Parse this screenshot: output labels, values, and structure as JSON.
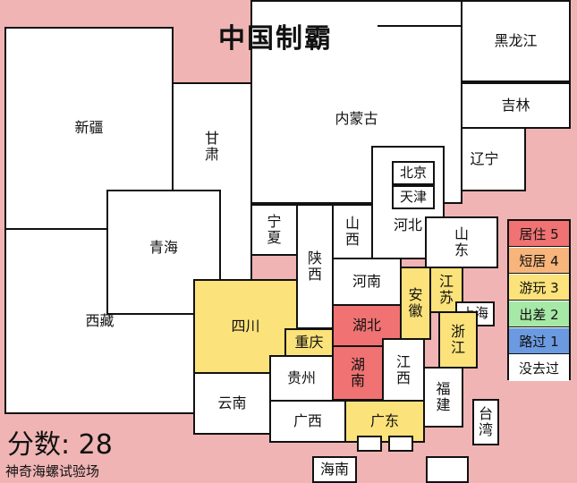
{
  "title": "中国制霸",
  "score": {
    "label": "分数:",
    "value": "28"
  },
  "footer": "神奇海螺试验场",
  "colors": {
    "background": "#f0b4b4",
    "none": "#ffffff",
    "level1": "#6b9ae0",
    "level2": "#a6e8a6",
    "level3": "#fbe27a",
    "level4": "#f7b47b",
    "level5": "#f07272"
  },
  "legend": [
    {
      "label": "居住 5",
      "level": 5
    },
    {
      "label": "短居 4",
      "level": 4
    },
    {
      "label": "游玩 3",
      "level": 3
    },
    {
      "label": "出差 2",
      "level": 2
    },
    {
      "label": "路过 1",
      "level": 1
    },
    {
      "label": "没去过",
      "level": 0
    }
  ],
  "provinces": [
    {
      "id": "heilongjiang",
      "name": "黑龙江",
      "level": 0
    },
    {
      "id": "jilin",
      "name": "吉林",
      "level": 0
    },
    {
      "id": "liaoning",
      "name": "辽宁",
      "level": 0
    },
    {
      "id": "neimenggu",
      "name": "内蒙古",
      "level": 0
    },
    {
      "id": "xinjiang",
      "name": "新疆",
      "level": 0
    },
    {
      "id": "gansu",
      "name": "甘肃",
      "level": 0
    },
    {
      "id": "xizang",
      "name": "西藏",
      "level": 0
    },
    {
      "id": "qinghai",
      "name": "青海",
      "level": 0
    },
    {
      "id": "ningxia",
      "name": "宁夏",
      "level": 0
    },
    {
      "id": "shaanxi",
      "name": "陕西",
      "level": 0
    },
    {
      "id": "shanxi",
      "name": "山西",
      "level": 0
    },
    {
      "id": "beijing",
      "name": "北京",
      "level": 0
    },
    {
      "id": "tianjin",
      "name": "天津",
      "level": 0
    },
    {
      "id": "hebei",
      "name": "河北",
      "level": 0
    },
    {
      "id": "shandong",
      "name": "山东",
      "level": 0
    },
    {
      "id": "henan",
      "name": "河南",
      "level": 0
    },
    {
      "id": "sichuan",
      "name": "四川",
      "level": 3
    },
    {
      "id": "chongqing",
      "name": "重庆",
      "level": 3
    },
    {
      "id": "hubei",
      "name": "湖北",
      "level": 5
    },
    {
      "id": "anhui",
      "name": "安徽",
      "level": 3
    },
    {
      "id": "jiangsu",
      "name": "江苏",
      "level": 3
    },
    {
      "id": "shanghai",
      "name": "上海",
      "level": 0
    },
    {
      "id": "zhejiang",
      "name": "浙江",
      "level": 3
    },
    {
      "id": "hunan",
      "name": "湖南",
      "level": 5
    },
    {
      "id": "jiangxi",
      "name": "江西",
      "level": 0
    },
    {
      "id": "guizhou",
      "name": "贵州",
      "level": 0
    },
    {
      "id": "yunnan",
      "name": "云南",
      "level": 0
    },
    {
      "id": "guangxi",
      "name": "广西",
      "level": 0
    },
    {
      "id": "guangdong",
      "name": "广东",
      "level": 3
    },
    {
      "id": "fujian",
      "name": "福建",
      "level": 0
    },
    {
      "id": "taiwan",
      "name": "台湾",
      "level": 0
    },
    {
      "id": "hainan",
      "name": "海南",
      "level": 0
    },
    {
      "id": "hongkong",
      "name": "",
      "level": 0
    },
    {
      "id": "macau",
      "name": "",
      "level": 0
    },
    {
      "id": "extra",
      "name": "",
      "level": 0
    }
  ]
}
